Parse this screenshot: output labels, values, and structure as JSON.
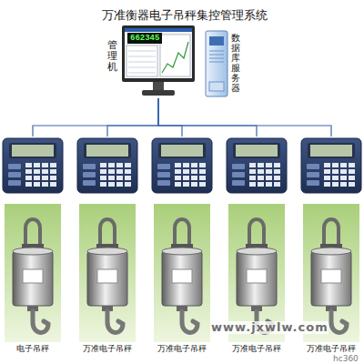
{
  "diagram": {
    "title": "万准衡器电子吊秤集控管理系统",
    "nodes": [
      {
        "text": [
          "管理机",
          "662345"
        ]
      },
      {
        "text": [
          "数据库服务器"
        ]
      },
      {
        "text": [
          "电子吊秤"
        ]
      },
      {
        "text": [
          "万准电子吊秤"
        ]
      },
      {
        "text": [
          "万准电子吊秤"
        ]
      },
      {
        "text": [
          "万准电子吊秤"
        ]
      },
      {
        "text": [
          "万准电子吊秤"
        ]
      }
    ],
    "edges": [
      {
        "from": 0,
        "to": 2,
        "arrow": "none"
      },
      {
        "from": 0,
        "to": 3,
        "arrow": "none"
      },
      {
        "from": 0,
        "to": 4,
        "arrow": "none"
      },
      {
        "from": 0,
        "to": 5,
        "arrow": "none"
      },
      {
        "from": 0,
        "to": 6,
        "arrow": "none"
      }
    ],
    "labels": [
      "www.jxwlw.com",
      "hc360"
    ]
  }
}
